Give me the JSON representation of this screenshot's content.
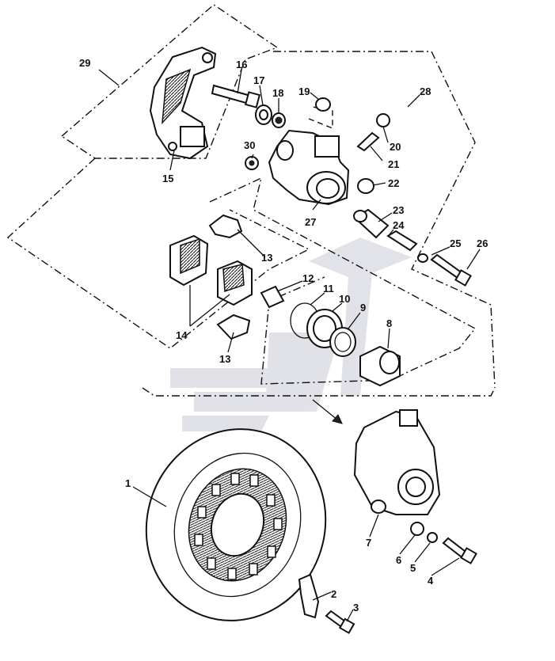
{
  "labels": {
    "l1": "1",
    "l2": "2",
    "l3": "3",
    "l4": "4",
    "l5": "5",
    "l6": "6",
    "l7": "7",
    "l8": "8",
    "l9": "9",
    "l10": "10",
    "l11": "11",
    "l12": "12",
    "l13a": "13",
    "l13b": "13",
    "l14": "14",
    "l15": "15",
    "l16": "16",
    "l17": "17",
    "l18": "18",
    "l19": "19",
    "l20": "20",
    "l21": "21",
    "l22": "22",
    "l23": "23",
    "l24": "24",
    "l25": "25",
    "l26": "26",
    "l27": "27",
    "l28": "28",
    "l29": "29",
    "l30": "30"
  }
}
